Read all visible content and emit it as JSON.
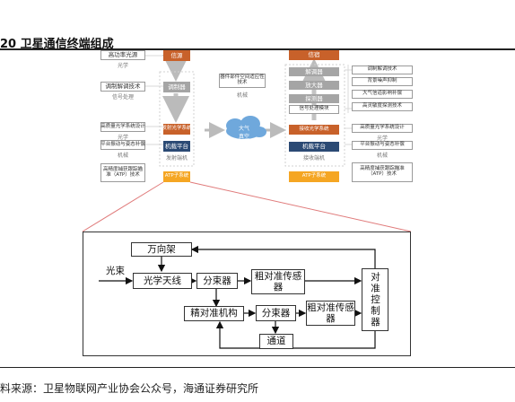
{
  "figure": {
    "title": "20 卫星通信终端组成",
    "source": "料来源：卫星物联网产业协会公众号，海通证券研究所"
  },
  "top_diagram": {
    "tx": {
      "left_boxes": [
        "高功率光源",
        "调制解调技术",
        "高质量光学系统设计",
        "平台振动与姿态补偿",
        "高精度捕获跟踪瞄准（ATP）技术"
      ],
      "left_labels": [
        "光学",
        "信号处理",
        "光学",
        "机械"
      ],
      "chain": [
        "信源",
        "调制器",
        "发射光学系统",
        "机载平台",
        "ATP子系统"
      ],
      "chain_label": "发射端机"
    },
    "channel": {
      "cloud": "大气\n真空",
      "box": "器件部件空间适应性技术",
      "box_label": "机械"
    },
    "rx": {
      "chain": [
        "信宿",
        "解调器",
        "放大器",
        "探测器",
        "信号处理模块",
        "接收光学系统",
        "机载平台",
        "ATP子系统"
      ],
      "chain_label": "接收端机",
      "right_boxes": [
        "调制解调技术",
        "背景噪声抑制",
        "大气信道影响补偿",
        "高灵敏度探测技术",
        "高质量光学系统设计",
        "平台振动与姿态补偿",
        "高精度捕获跟踪瞄准（ATP）技术"
      ],
      "right_labels": [
        "光学",
        "机械"
      ]
    }
  },
  "atp_diagram": {
    "input_label": "光束",
    "gimbal": "万向架",
    "antenna": "光学天线",
    "splitter1": "分束器",
    "coarse_sensor": "粗对准传感器",
    "control": "对准控制器",
    "fine_mech": "精对准机构",
    "splitter2": "分束器",
    "fine_sensor": "粗对准传感器",
    "channel": "通道"
  },
  "colors": {
    "orange": "#c8612a",
    "gray": "#a5a5a5",
    "navy": "#2b4a74",
    "yellow": "#f5a623",
    "cloud": "#6fa8dc",
    "zoom_line": "#e07b7b"
  }
}
